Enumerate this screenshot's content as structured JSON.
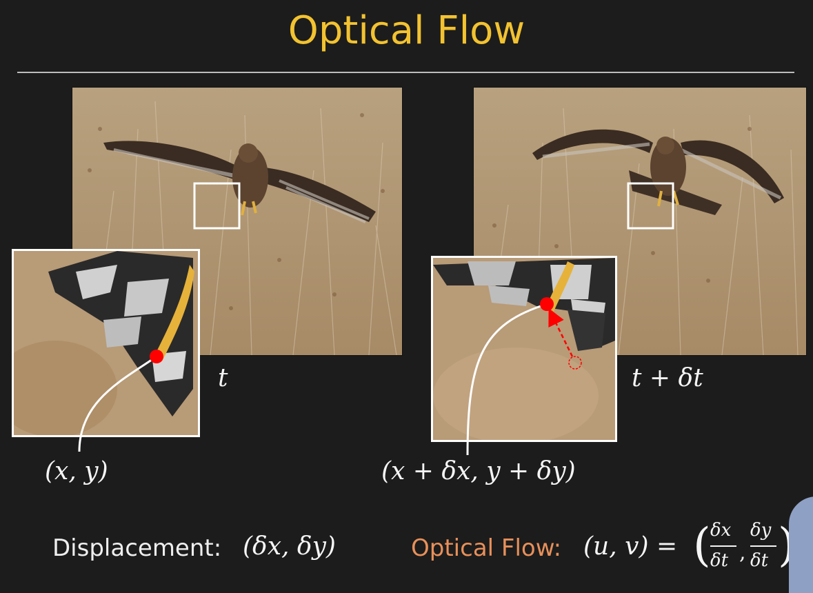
{
  "title": "Optical Flow",
  "frame_left": {
    "time_label": "t",
    "point_label": "(x, y)"
  },
  "frame_right": {
    "time_label": "t + δt",
    "point_label": "(x + δx, y + δy)"
  },
  "displacement": {
    "label": "Displacement:",
    "formula": "(δx, δy)"
  },
  "optical_flow": {
    "label": "Optical Flow:",
    "lhs": "(u, v) =",
    "num_x": "δx",
    "den_x": "δt",
    "num_y": "δy",
    "den_y": "δt",
    "open": "(",
    "close": ")",
    "comma": ","
  },
  "colors": {
    "title": "#f2c230",
    "optical_flow_label": "#e8905a",
    "marker": "#ff0000",
    "background": "#1c1c1c"
  }
}
